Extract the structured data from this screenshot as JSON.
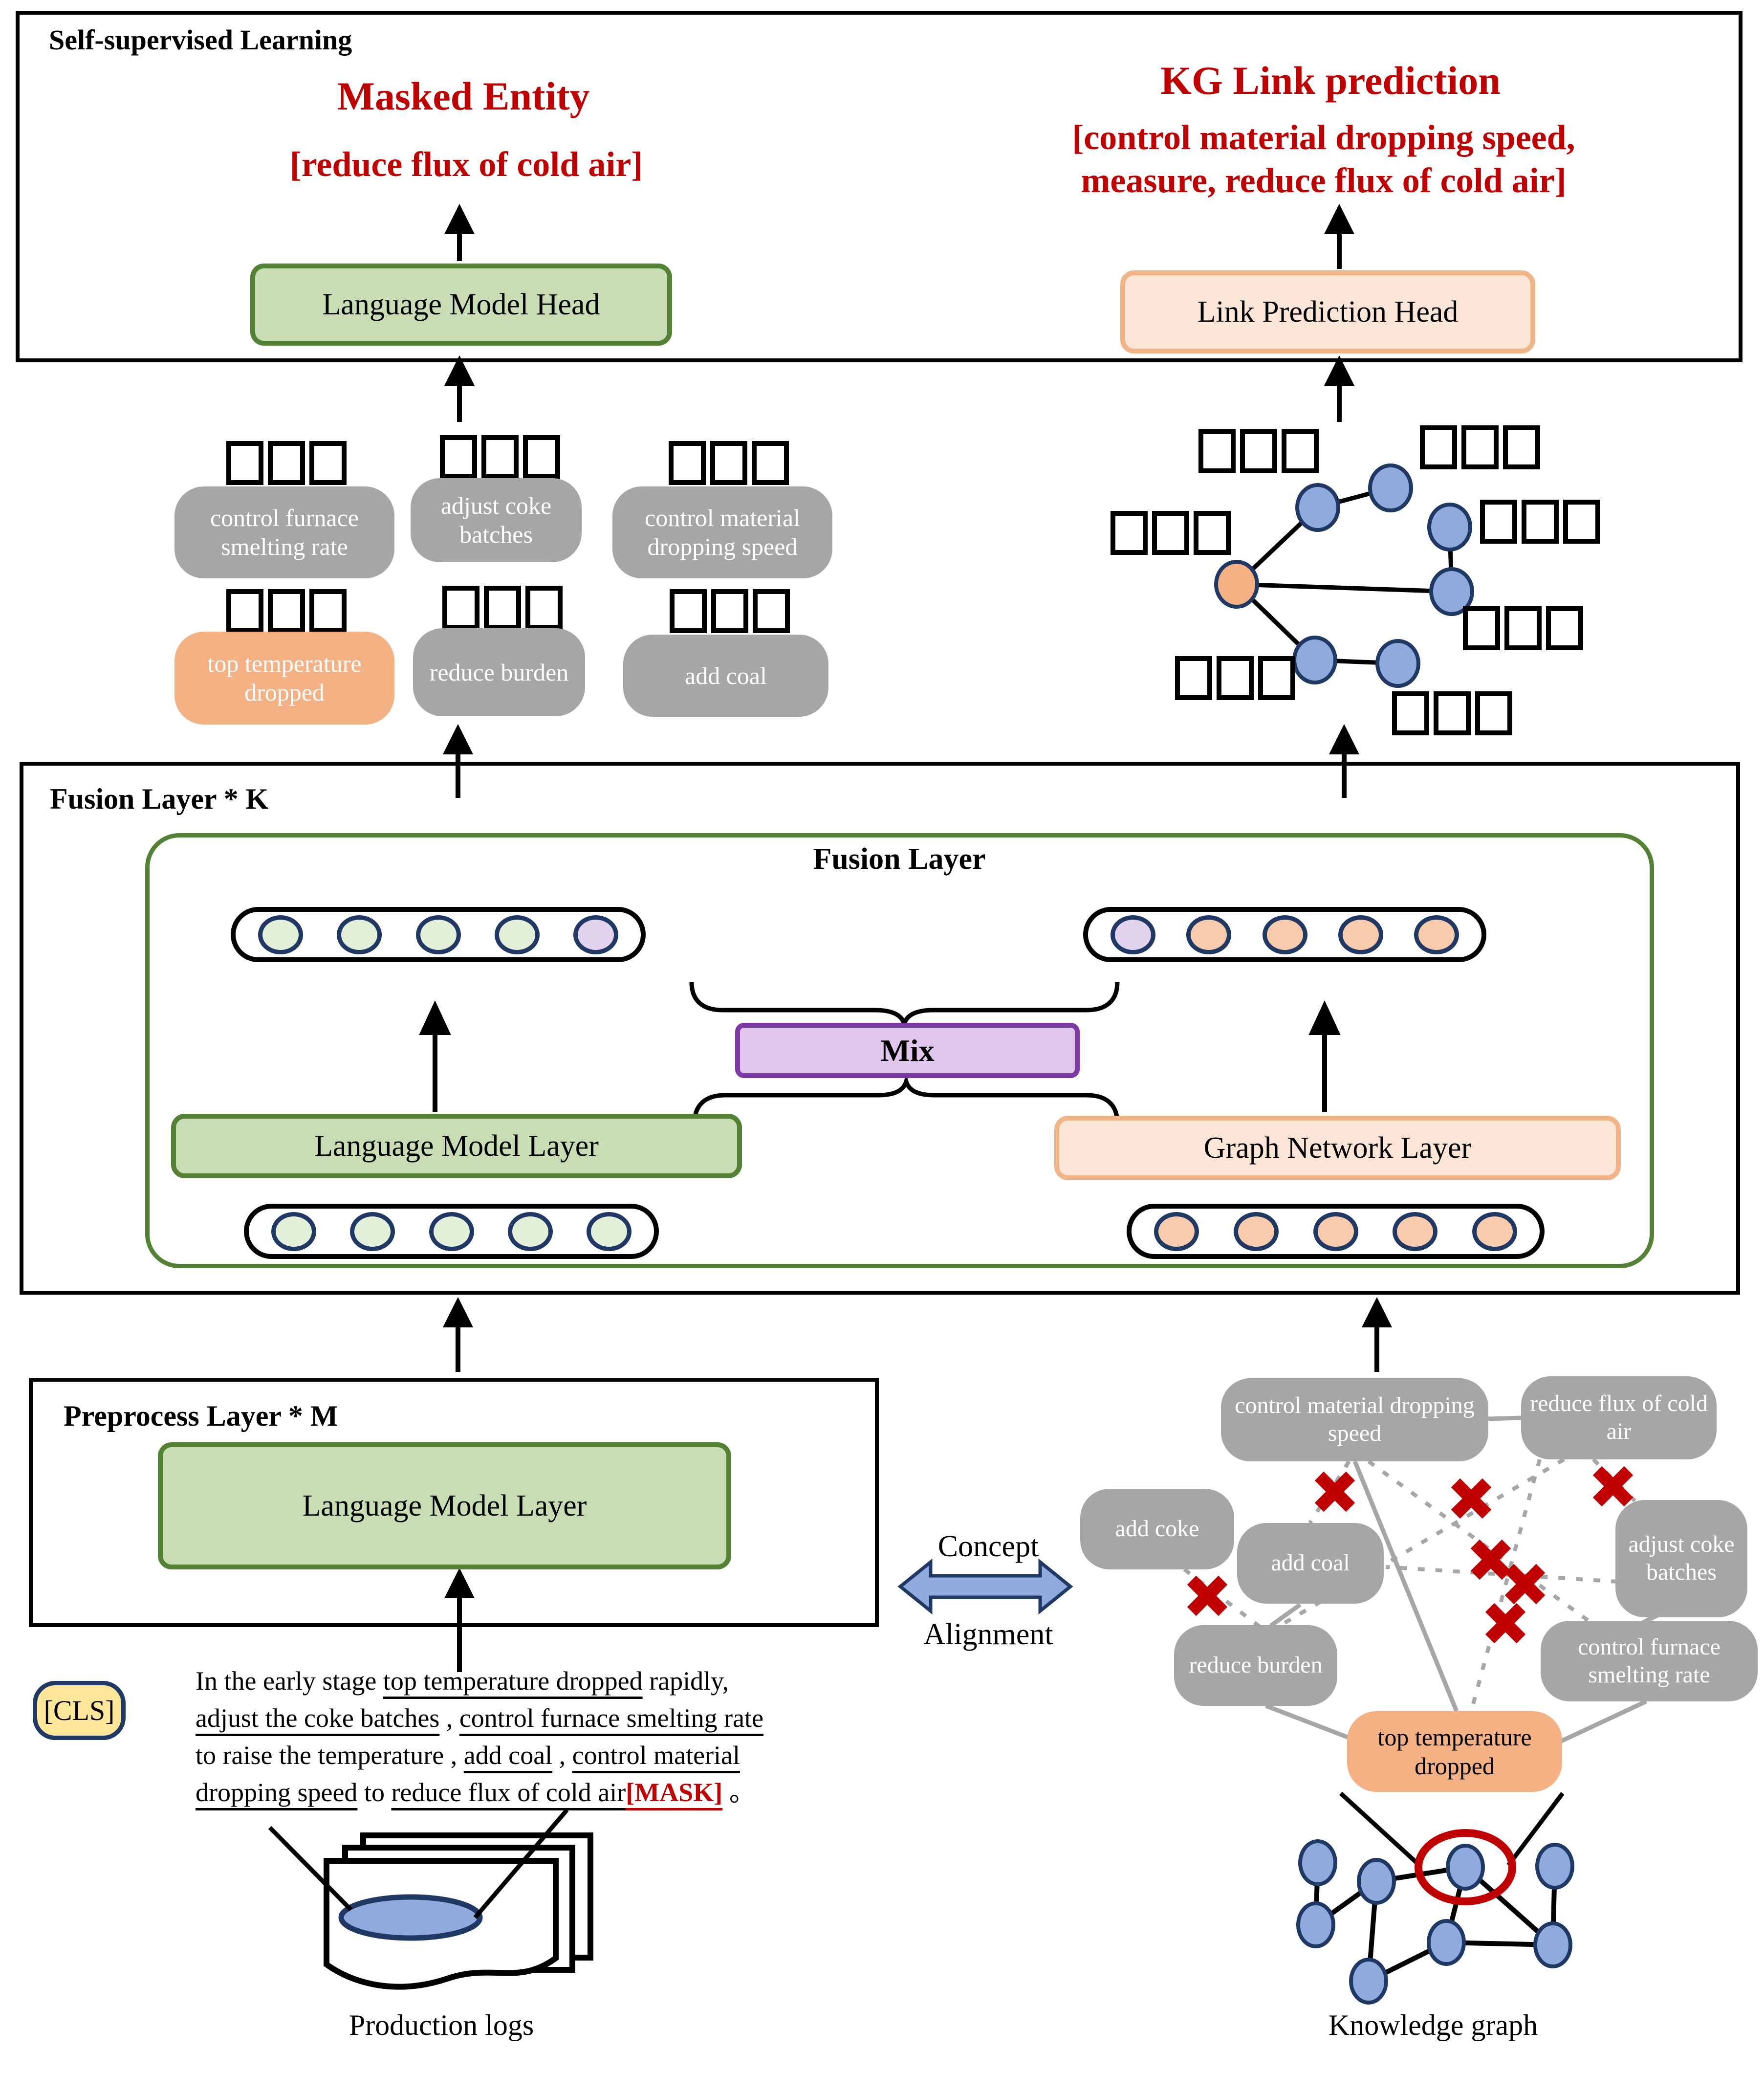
{
  "header": {
    "section_label": "Self-supervised Learning",
    "masked_entity_title": "Masked Entity",
    "masked_entity_value": "[reduce flux of cold air]",
    "kg_link_title": "KG Link prediction",
    "kg_link_value_line1": "[control material dropping speed,",
    "kg_link_value_line2": "measure, reduce flux of cold air]",
    "lm_head_label": "Language Model Head",
    "link_head_label": "Link Prediction Head"
  },
  "concepts": {
    "bubbles": [
      {
        "label": "control furnace smelting rate",
        "variant": "gray"
      },
      {
        "label": "adjust  coke batches",
        "variant": "gray"
      },
      {
        "label": "control material dropping speed",
        "variant": "gray"
      },
      {
        "label": "top temperature dropped",
        "variant": "orange"
      },
      {
        "label": "reduce burden",
        "variant": "gray"
      },
      {
        "label": "add coal",
        "variant": "gray"
      }
    ]
  },
  "fusion": {
    "outer_label": "Fusion Layer * K",
    "inner_title": "Fusion Layer",
    "mix_label": "Mix",
    "lm_layer_label": "Language Model Layer",
    "graph_layer_label": "Graph Network  Layer",
    "ovals": {
      "top_left": [
        "green",
        "green",
        "green",
        "green",
        "purple"
      ],
      "top_right": [
        "purple",
        "orange",
        "orange",
        "orange",
        "orange"
      ],
      "bottom_left": [
        "green",
        "green",
        "green",
        "green",
        "green"
      ],
      "bottom_right": [
        "orange",
        "orange",
        "orange",
        "orange",
        "orange"
      ]
    }
  },
  "preprocess": {
    "outer_label": "Preprocess Layer * M",
    "lm_layer_label": "Language Model Layer"
  },
  "alignment": {
    "word1": "Concept",
    "word2": "Alignment"
  },
  "input_text": {
    "cls_token": "[CLS]",
    "line1": [
      {
        "t": "In the early stage  "
      },
      {
        "t": "top temperature dropped"
      },
      {
        "t": " rapidly,"
      }
    ],
    "line2": [
      {
        "t": "adjust the coke batches"
      },
      {
        "t": " , "
      },
      {
        "t": "control furnace smelting rate"
      }
    ],
    "line3": [
      {
        "t": "to raise the temperature , "
      },
      {
        "t": "add coal"
      },
      {
        "t": " , "
      },
      {
        "t": "control material"
      }
    ],
    "line4": [
      {
        "t": "dropping speed"
      },
      {
        "t": " to "
      },
      {
        "t": "reduce flux of cold air"
      },
      {
        "t": "[MASK]"
      },
      {
        "t": " 。"
      }
    ],
    "caption": "Production logs"
  },
  "kg": {
    "bubbles": [
      {
        "label": "control material dropping speed",
        "variant": "gray"
      },
      {
        "label": "reduce flux of cold air",
        "variant": "gray"
      },
      {
        "label": "add coke",
        "variant": "gray"
      },
      {
        "label": "add coal",
        "variant": "gray"
      },
      {
        "label": "adjust coke batches",
        "variant": "gray"
      },
      {
        "label": "reduce burden",
        "variant": "gray"
      },
      {
        "label": "control furnace smelting rate",
        "variant": "gray"
      },
      {
        "label": "top temperature dropped",
        "variant": "orange"
      }
    ],
    "caption": "Knowledge graph"
  },
  "colors": {
    "red_heading": "#c00000",
    "green_fill": "#c8ddb4",
    "green_border": "#548235",
    "peach_fill": "#fbe5d6",
    "peach_border": "#f0b488",
    "purple_fill": "#e0c6ec",
    "purple_border": "#7d3aa5",
    "gray_bubble": "#a6a6a6",
    "orange_bubble": "#f4b183",
    "node_blue": "#8faadc",
    "node_border": "#203864",
    "cls_fill": "#ffe699",
    "x_mark_red": "#c00000"
  }
}
